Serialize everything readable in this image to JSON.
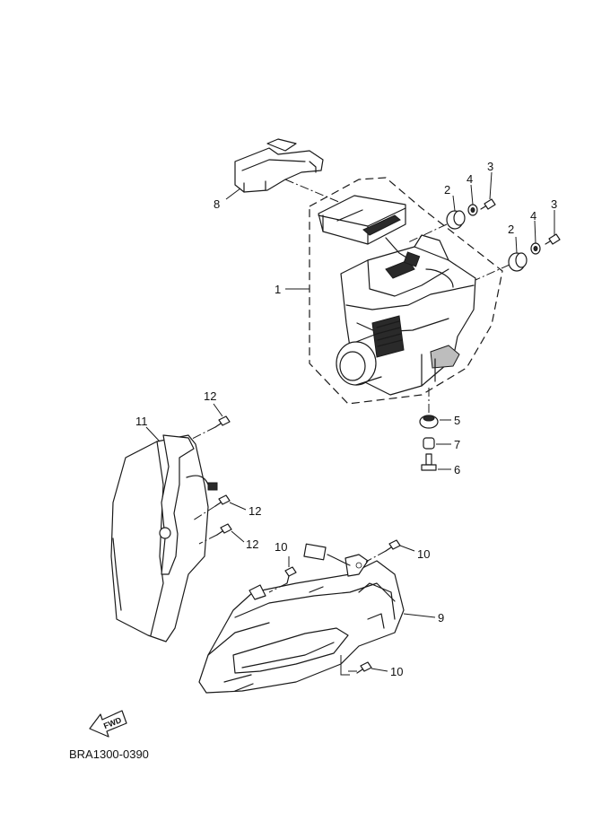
{
  "diagram": {
    "callouts": [
      {
        "id": "c1",
        "label": "1"
      },
      {
        "id": "c2a",
        "label": "2"
      },
      {
        "id": "c2b",
        "label": "2"
      },
      {
        "id": "c3a",
        "label": "3"
      },
      {
        "id": "c3b",
        "label": "3"
      },
      {
        "id": "c4a",
        "label": "4"
      },
      {
        "id": "c4b",
        "label": "4"
      },
      {
        "id": "c5",
        "label": "5"
      },
      {
        "id": "c6",
        "label": "6"
      },
      {
        "id": "c7",
        "label": "7"
      },
      {
        "id": "c8",
        "label": "8"
      },
      {
        "id": "c9",
        "label": "9"
      },
      {
        "id": "c10a",
        "label": "10"
      },
      {
        "id": "c10b",
        "label": "10"
      },
      {
        "id": "c10c",
        "label": "10"
      },
      {
        "id": "c11",
        "label": "11"
      },
      {
        "id": "c12a",
        "label": "12"
      },
      {
        "id": "c12b",
        "label": "12"
      },
      {
        "id": "c12c",
        "label": "12"
      }
    ],
    "fwd_label": "FWD",
    "drawing_code": "BRA1300-0390"
  }
}
